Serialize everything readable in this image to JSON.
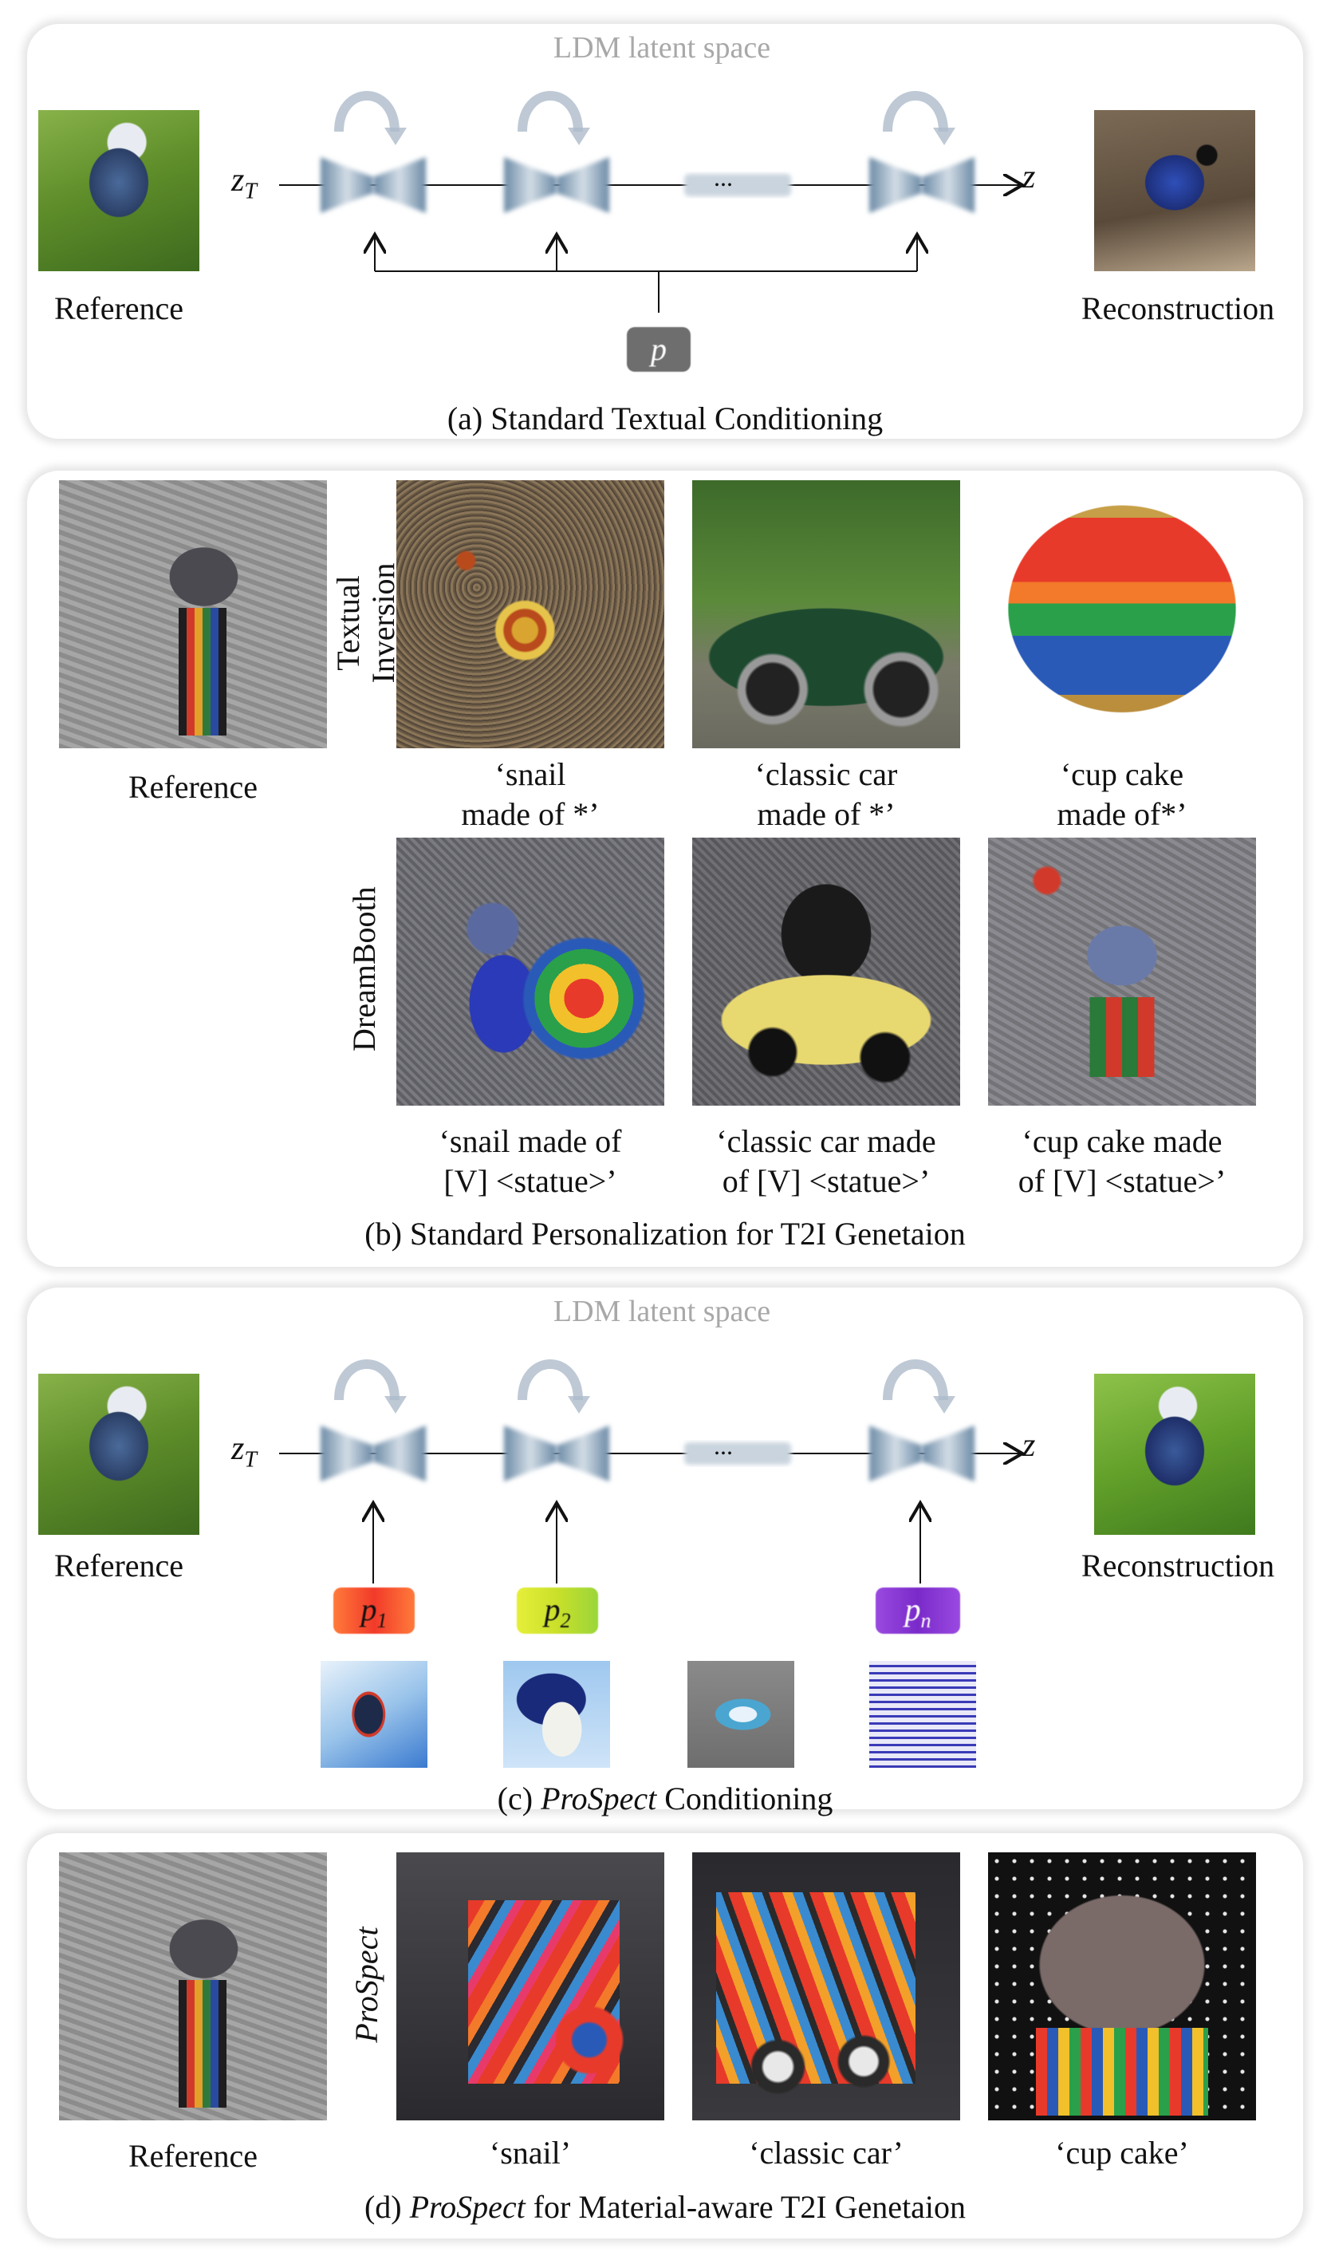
{
  "panel_a": {
    "header": "LDM latent space",
    "z_in": "z",
    "z_in_sub": "T",
    "z_out": "z",
    "ellipsis": "...",
    "prompt": "p",
    "left_label": "Reference",
    "right_label": "Reconstruction",
    "caption": "(a) Standard Textual Conditioning"
  },
  "panel_b": {
    "reference_label": "Reference",
    "row1_label_line1": "Textual",
    "row1_label_line2": "Inversion",
    "row2_label": "DreamBooth",
    "row1_captions": [
      {
        "l1": "‘snail",
        "l2": "made of *’"
      },
      {
        "l1": "‘classic car",
        "l2": "made of *’"
      },
      {
        "l1": "‘cup cake",
        "l2": "made of*’"
      }
    ],
    "row2_captions": [
      {
        "l1": "‘snail made of",
        "l2": "[V] <statue>’"
      },
      {
        "l1": "‘classic car made",
        "l2": "of [V] <statue>’"
      },
      {
        "l1": "‘cup cake made",
        "l2": "of [V] <statue>’"
      }
    ],
    "caption": "(b) Standard Personalization for T2I Genetaion"
  },
  "panel_c": {
    "header": "LDM latent space",
    "z_in": "z",
    "z_in_sub": "T",
    "z_out": "z",
    "ellipsis": "...",
    "p1": "p",
    "p1_sub": "1",
    "p2": "p",
    "p2_sub": "2",
    "pn": "p",
    "pn_sub": "n",
    "left_label": "Reference",
    "right_label": "Reconstruction",
    "caption_prefix": "(c) ",
    "caption_em": "ProSpect",
    "caption_suffix": " Conditioning"
  },
  "panel_d": {
    "reference_label": "Reference",
    "row_label": "ProSpect",
    "captions": [
      "‘snail’",
      "‘classic car’",
      "‘cup cake’"
    ],
    "caption_prefix": "(d) ",
    "caption_em": "ProSpect",
    "caption_suffix": " for Material-aware T2I Genetaion"
  },
  "colors": {
    "unet": "#7e9bb3",
    "p_chip": "#6e6e6e",
    "p1_chip": "#f2503a",
    "p2_chip": "#d9e32a",
    "pn_chip": "#8a3ccf"
  }
}
